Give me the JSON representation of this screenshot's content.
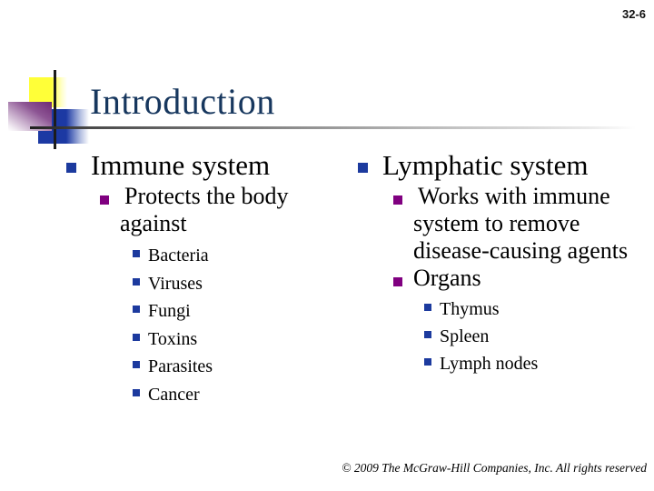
{
  "slide_number": "32-6",
  "title": "Introduction",
  "columns": {
    "left": {
      "heading": "Immune system",
      "sub": {
        "lines": [
          "Protects the body",
          "against"
        ]
      },
      "items": [
        "Bacteria",
        "Viruses",
        "Fungi",
        "Toxins",
        "Parasites",
        "Cancer"
      ]
    },
    "right": {
      "heading": "Lymphatic system",
      "sub1": {
        "lines": [
          "Works with immune",
          "system to remove",
          "disease-causing agents"
        ]
      },
      "sub2": "Organs",
      "items": [
        "Thymus",
        "Spleen",
        "Lymph nodes"
      ]
    }
  },
  "footer": {
    "copyright": "© 2009 The McGraw-Hill Companies, Inc. All rights reserved"
  },
  "colors": {
    "title_navy": "#17375e",
    "bullet_blue": "#1c3a9e",
    "bullet_purple": "#800080",
    "accent_yellow": "#ffff38",
    "accent_blue": "#1c39a3",
    "accent_purple": "#6e2a74"
  }
}
